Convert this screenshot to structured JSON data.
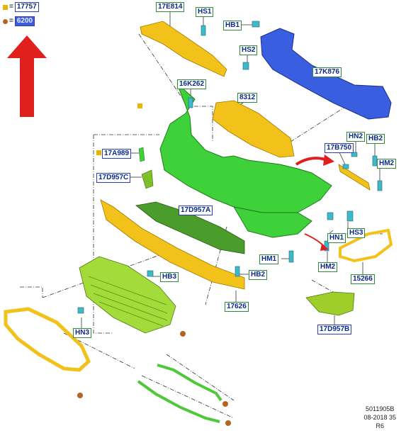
{
  "legend": {
    "square_value": "17757",
    "circle_value": "6200",
    "equals": "="
  },
  "labels": {
    "p17E814": "17E814",
    "hs1": "HS1",
    "hb1": "HB1",
    "hs2": "HS2",
    "p17K876": "17K876",
    "p16K262": "16K262",
    "p8312": "8312",
    "hn2": "HN2",
    "hb2_top": "HB2",
    "p17B750": "17B750",
    "hm2_top": "HM2",
    "p17A989": "17A989",
    "p17D957C": "17D957C",
    "p17D957A": "17D957A",
    "hs3": "HS3",
    "hn1": "HN1",
    "hm1": "HM1",
    "hm2_bottom": "HM2",
    "hb3": "HB3",
    "hb2_bottom": "HB2",
    "p15266": "15266",
    "p17626": "17626",
    "hn3": "HN3",
    "p17D957B": "17D957B"
  },
  "footer": {
    "line1": "5011905B",
    "line2": "08-2018 35",
    "line3": "R6"
  },
  "colors": {
    "bumper_green": "#3fd13a",
    "yellow_part": "#f2c21b",
    "blue_part": "#3a5ee0",
    "teal_fastener": "#3fb8c8",
    "arrow_red": "#e0201c",
    "marker_brown": "#b5651d",
    "marker_yellow": "#e8b400"
  }
}
